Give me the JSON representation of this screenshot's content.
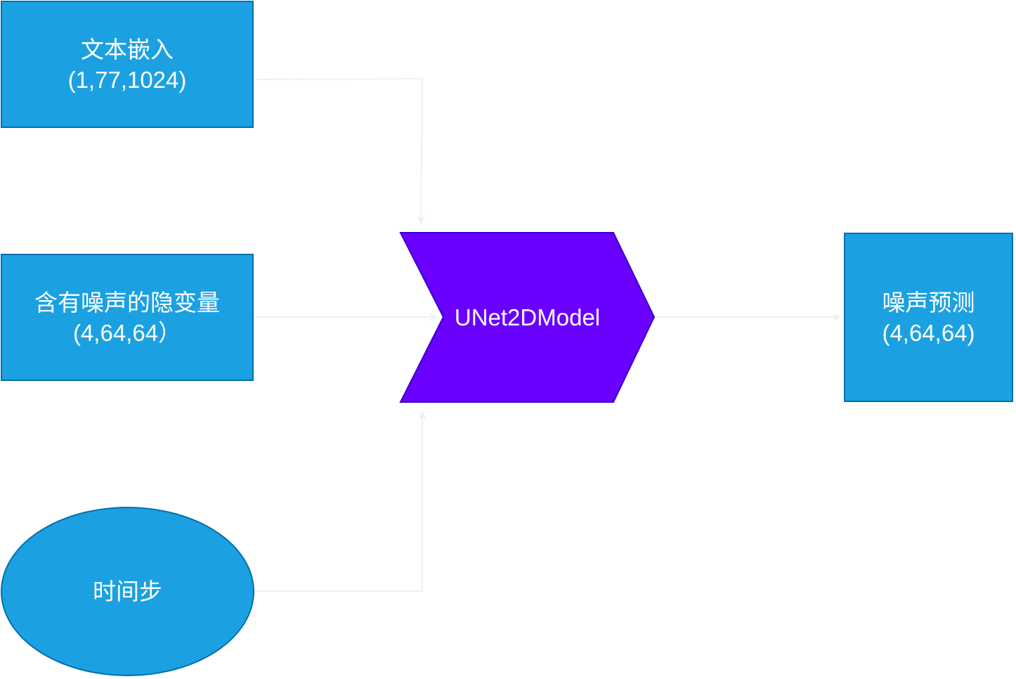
{
  "diagram": {
    "nodes": {
      "text_embedding": {
        "line1": "文本嵌入",
        "line2": "(1,77,1024)",
        "shape": "rectangle"
      },
      "noisy_latent": {
        "line1": "含有噪声的隐变量",
        "line2": "(4,64,64）",
        "shape": "rectangle"
      },
      "timestep": {
        "line1": "时间步",
        "shape": "ellipse"
      },
      "unet": {
        "label": "UNet2DModel",
        "shape": "chevron"
      },
      "noise_prediction": {
        "line1": "噪声预测",
        "line2": "(4,64,64)",
        "shape": "rectangle"
      }
    },
    "edges": [
      {
        "from": "text_embedding",
        "to": "unet"
      },
      {
        "from": "noisy_latent",
        "to": "unet"
      },
      {
        "from": "timestep",
        "to": "unet"
      },
      {
        "from": "unet",
        "to": "noise_prediction"
      }
    ],
    "colors": {
      "box_fill": "#1ba1e2",
      "box_stroke": "#006eaf",
      "unet_fill": "#6a00ff",
      "unet_stroke": "#3700cc",
      "edge": "#f0f0f0",
      "text": "#ffffff"
    }
  }
}
